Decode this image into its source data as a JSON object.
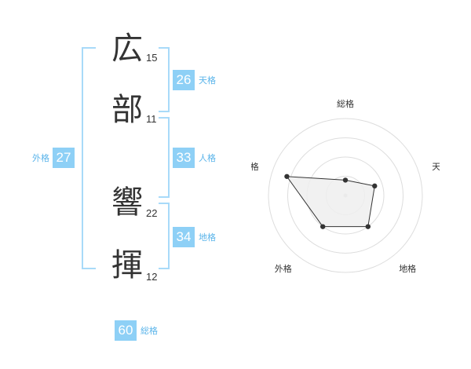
{
  "name_chars": [
    {
      "char": "広",
      "strokes": "15"
    },
    {
      "char": "部",
      "strokes": "11"
    },
    {
      "char": "響",
      "strokes": "22"
    },
    {
      "char": "揮",
      "strokes": "12"
    }
  ],
  "scores": {
    "tenkaku": {
      "value": "26",
      "label": "天格"
    },
    "jinkaku": {
      "value": "33",
      "label": "人格"
    },
    "chikaku": {
      "value": "34",
      "label": "地格"
    },
    "gaikaku": {
      "value": "27",
      "label": "外格"
    },
    "soukaku": {
      "value": "60",
      "label": "総格"
    }
  },
  "colors": {
    "accent": "#8ed0f6",
    "bracket": "#a8daf9",
    "label": "#5ab4ea",
    "radar_fill": "#eeeeee",
    "radar_line": "#333333",
    "grid": "#dddddd"
  },
  "chart_data": {
    "type": "radar",
    "axes": [
      "総格",
      "天格",
      "地格",
      "外格",
      "人格"
    ],
    "values": [
      0.2,
      0.4,
      0.5,
      0.5,
      0.8
    ],
    "rings": 4,
    "range": [
      0,
      1
    ]
  }
}
